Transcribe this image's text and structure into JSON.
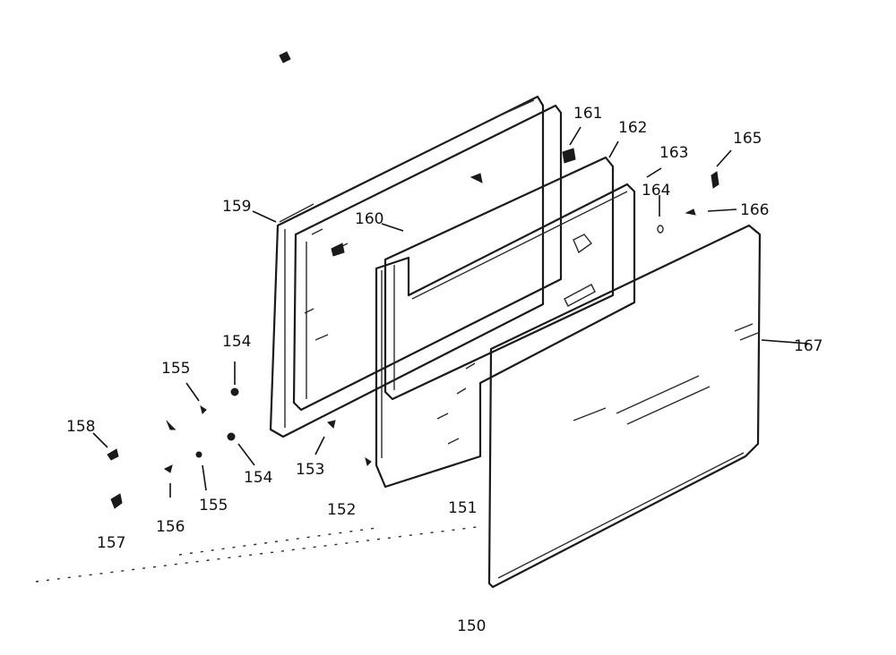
{
  "diagram": {
    "callouts": [
      {
        "id": "c150",
        "text": "150"
      },
      {
        "id": "c151",
        "text": "151"
      },
      {
        "id": "c152",
        "text": "152"
      },
      {
        "id": "c153",
        "text": "153"
      },
      {
        "id": "c154a",
        "text": "154"
      },
      {
        "id": "c154b",
        "text": "154"
      },
      {
        "id": "c155a",
        "text": "155"
      },
      {
        "id": "c155b",
        "text": "155"
      },
      {
        "id": "c156",
        "text": "156"
      },
      {
        "id": "c157",
        "text": "157"
      },
      {
        "id": "c158",
        "text": "158"
      },
      {
        "id": "c159",
        "text": "159"
      },
      {
        "id": "c160",
        "text": "160"
      },
      {
        "id": "c161",
        "text": "161"
      },
      {
        "id": "c162",
        "text": "162"
      },
      {
        "id": "c163",
        "text": "163"
      },
      {
        "id": "c164",
        "text": "164"
      },
      {
        "id": "c165",
        "text": "165"
      },
      {
        "id": "c166",
        "text": "166"
      },
      {
        "id": "c167",
        "text": "167"
      }
    ]
  }
}
